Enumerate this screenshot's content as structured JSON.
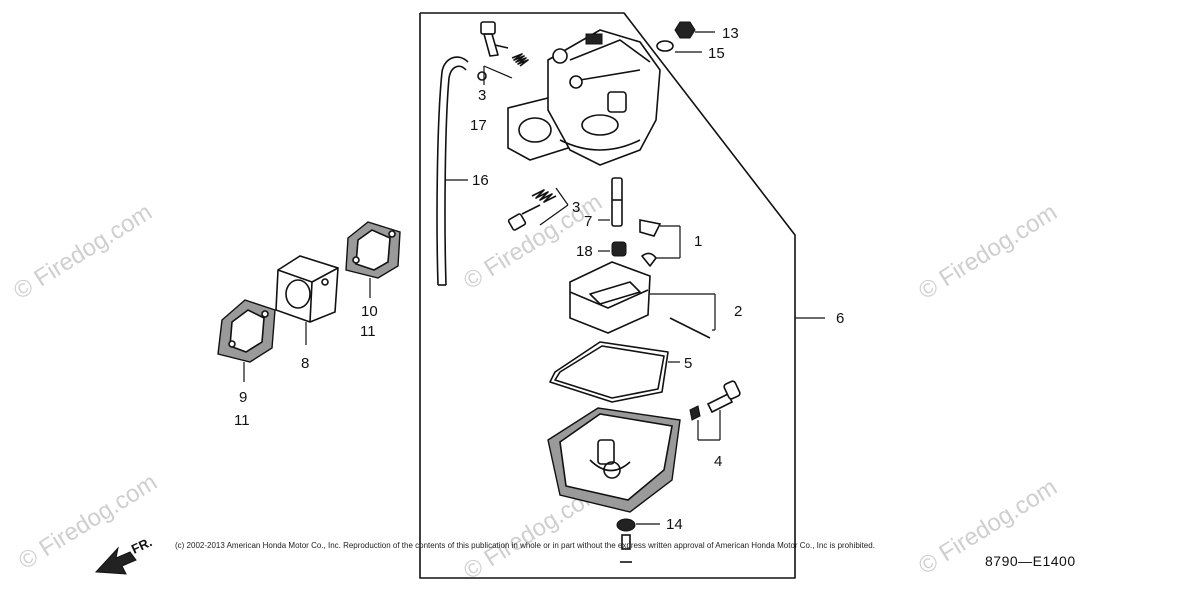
{
  "callouts": {
    "c1": "1",
    "c2": "2",
    "c3a": "3",
    "c3b": "3",
    "c4": "4",
    "c5": "5",
    "c6": "6",
    "c7": "7",
    "c8": "8",
    "c9": "9",
    "c9b": "11",
    "c10": "10",
    "c10b": "11",
    "c13": "13",
    "c14": "14",
    "c15": "15",
    "c16": "16",
    "c17": "17",
    "c18": "18"
  },
  "copyright": "(c) 2002-2013 American Honda Motor Co., Inc. Reproduction of the contents of this publication in whole or in part without the express written approval of American Honda Motor Co., Inc is prohibited.",
  "diagram_code": "8790—E1400",
  "direction_label": "FR.",
  "watermark": "© Firedog.com",
  "colors": {
    "line": "#111111",
    "watermark": "#cfcfcf",
    "background": "#ffffff"
  }
}
